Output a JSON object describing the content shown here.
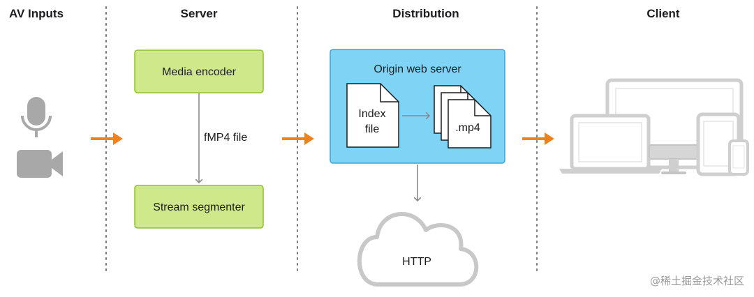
{
  "columns": {
    "av_inputs": "AV Inputs",
    "server": "Server",
    "distribution": "Distribution",
    "client": "Client"
  },
  "server": {
    "encoder_label": "Media encoder",
    "file_label": "fMP4 file",
    "segmenter_label": "Stream segmenter"
  },
  "distribution": {
    "origin_label": "Origin web server",
    "index_line1": "Index",
    "index_line2": "file",
    "mp4_label": ".mp4",
    "http_label": "HTTP"
  },
  "watermark": "@稀土掘金技术社区",
  "colors": {
    "green_box": "#cfe88a",
    "green_border": "#8fbf2e",
    "blue_box": "#7fd4f5",
    "blue_border": "#3aa6d9",
    "orange_arrow": "#f0821e",
    "gray_icon": "#a8a8a8",
    "light_gray_icon": "#cfcfcf"
  },
  "icons": [
    "microphone-icon",
    "video-camera-icon",
    "document-icon",
    "cloud-icon",
    "laptop-icon",
    "desktop-monitor-icon",
    "tablet-icon",
    "phone-icon"
  ]
}
